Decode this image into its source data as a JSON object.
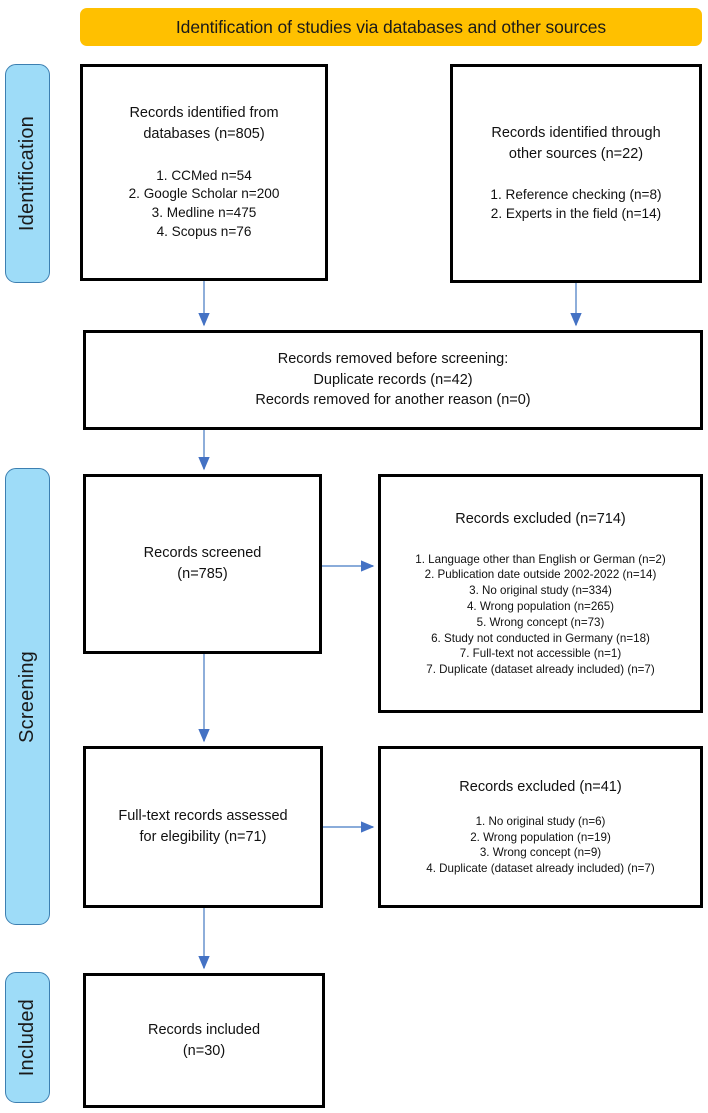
{
  "header": {
    "title": "Identification of studies via databases and other sources",
    "background_color": "#FFC000"
  },
  "stages": [
    {
      "id": "identification",
      "label": "Identification"
    },
    {
      "id": "screening",
      "label": "Screening"
    },
    {
      "id": "included",
      "label": "Included"
    }
  ],
  "colors": {
    "banner": "#FFC000",
    "pill_fill": "#9EDCF8",
    "pill_border": "#3C7FB1",
    "box_border": "#000000",
    "arrow": "#4472C4"
  },
  "boxes": {
    "databases": {
      "title": "Records identified from\ndatabases (n=805)",
      "items": "1. CCMed n=54\n2. Google Scholar n=200\n3. Medline n=475\n4. Scopus n=76"
    },
    "other_sources": {
      "title": "Records identified through\nother sources (n=22)",
      "items": "1. Reference checking (n=8)\n2. Experts in the field (n=14)"
    },
    "removed": {
      "title": "Records removed before screening:\nDuplicate records (n=42)\nRecords removed for another reason (n=0)"
    },
    "screened": {
      "title": "Records screened\n(n=785)"
    },
    "excluded_screening": {
      "title": "Records excluded (n=714)",
      "items": "1. Language other than English or German (n=2)\n2. Publication date outside 2002-2022 (n=14)\n3. No original study (n=334)\n4. Wrong population (n=265)\n5. Wrong concept (n=73)\n6. Study not conducted in Germany (n=18)\n7. Full-text not accessible (n=1)\n7. Duplicate (dataset already included) (n=7)"
    },
    "fulltext": {
      "title": "Full-text records assessed\nfor elegibility (n=71)"
    },
    "excluded_eligibility": {
      "title": "Records excluded (n=41)",
      "items": "1. No original study (n=6)\n2. Wrong population (n=19)\n3. Wrong concept (n=9)\n4. Duplicate (dataset already included) (n=7)"
    },
    "included": {
      "title": "Records included\n(n=30)"
    }
  },
  "chart_data": {
    "type": "diagram",
    "title": "Identification of studies via databases and other sources",
    "nodes": [
      {
        "id": "databases",
        "stage": "Identification",
        "label": "Records identified from databases",
        "n": 805,
        "breakdown": [
          {
            "source": "CCMed",
            "n": 54
          },
          {
            "source": "Google Scholar",
            "n": 200
          },
          {
            "source": "Medline",
            "n": 475
          },
          {
            "source": "Scopus",
            "n": 76
          }
        ]
      },
      {
        "id": "other_sources",
        "stage": "Identification",
        "label": "Records identified through other sources",
        "n": 22,
        "breakdown": [
          {
            "source": "Reference checking",
            "n": 8
          },
          {
            "source": "Experts in the field",
            "n": 14
          }
        ]
      },
      {
        "id": "removed",
        "stage": "Identification",
        "label": "Records removed before screening",
        "breakdown": [
          {
            "reason": "Duplicate records",
            "n": 42
          },
          {
            "reason": "Records removed for another reason",
            "n": 0
          }
        ]
      },
      {
        "id": "screened",
        "stage": "Screening",
        "label": "Records screened",
        "n": 785
      },
      {
        "id": "excluded_screening",
        "stage": "Screening",
        "label": "Records excluded",
        "n": 714,
        "breakdown": [
          {
            "reason": "Language other than English or German",
            "n": 2
          },
          {
            "reason": "Publication date outside 2002-2022",
            "n": 14
          },
          {
            "reason": "No original study",
            "n": 334
          },
          {
            "reason": "Wrong population",
            "n": 265
          },
          {
            "reason": "Wrong concept",
            "n": 73
          },
          {
            "reason": "Study not conducted in Germany",
            "n": 18
          },
          {
            "reason": "Full-text not accessible",
            "n": 1
          },
          {
            "reason": "Duplicate (dataset already included)",
            "n": 7
          }
        ]
      },
      {
        "id": "fulltext",
        "stage": "Screening",
        "label": "Full-text records assessed for elegibility",
        "n": 71
      },
      {
        "id": "excluded_eligibility",
        "stage": "Screening",
        "label": "Records excluded",
        "n": 41,
        "breakdown": [
          {
            "reason": "No original study",
            "n": 6
          },
          {
            "reason": "Wrong population",
            "n": 19
          },
          {
            "reason": "Wrong concept",
            "n": 9
          },
          {
            "reason": "Duplicate (dataset already included)",
            "n": 7
          }
        ]
      },
      {
        "id": "included",
        "stage": "Included",
        "label": "Records included",
        "n": 30
      }
    ],
    "edges": [
      {
        "from": "databases",
        "to": "removed"
      },
      {
        "from": "other_sources",
        "to": "removed"
      },
      {
        "from": "removed",
        "to": "screened"
      },
      {
        "from": "screened",
        "to": "excluded_screening"
      },
      {
        "from": "screened",
        "to": "fulltext"
      },
      {
        "from": "fulltext",
        "to": "excluded_eligibility"
      },
      {
        "from": "fulltext",
        "to": "included"
      }
    ]
  }
}
